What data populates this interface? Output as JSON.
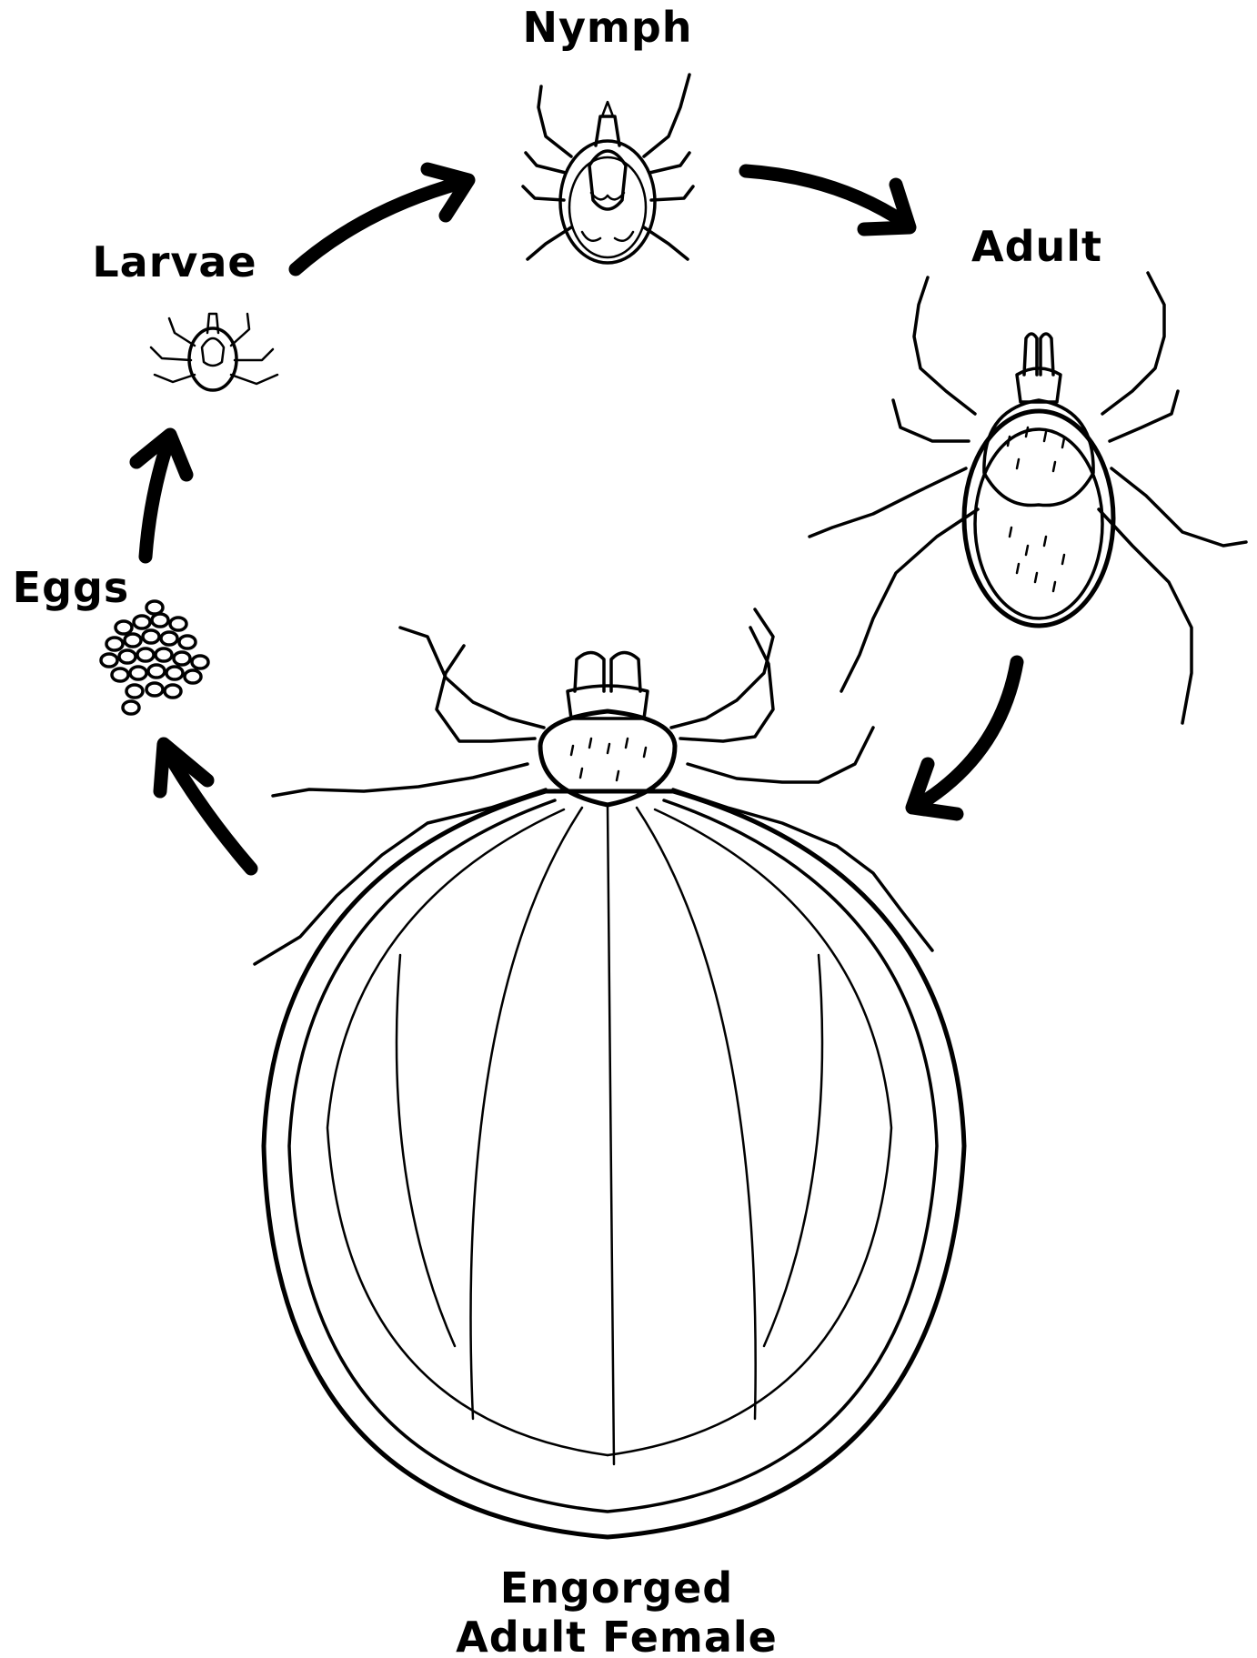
{
  "labels": {
    "nymph": "Nymph",
    "adult": "Adult",
    "larvae": "Larvae",
    "eggs": "Eggs",
    "engorged_line1": "Engorged",
    "engorged_line2": "Adult Female"
  },
  "colors": {
    "ink": "#000000",
    "background": "#ffffff"
  }
}
